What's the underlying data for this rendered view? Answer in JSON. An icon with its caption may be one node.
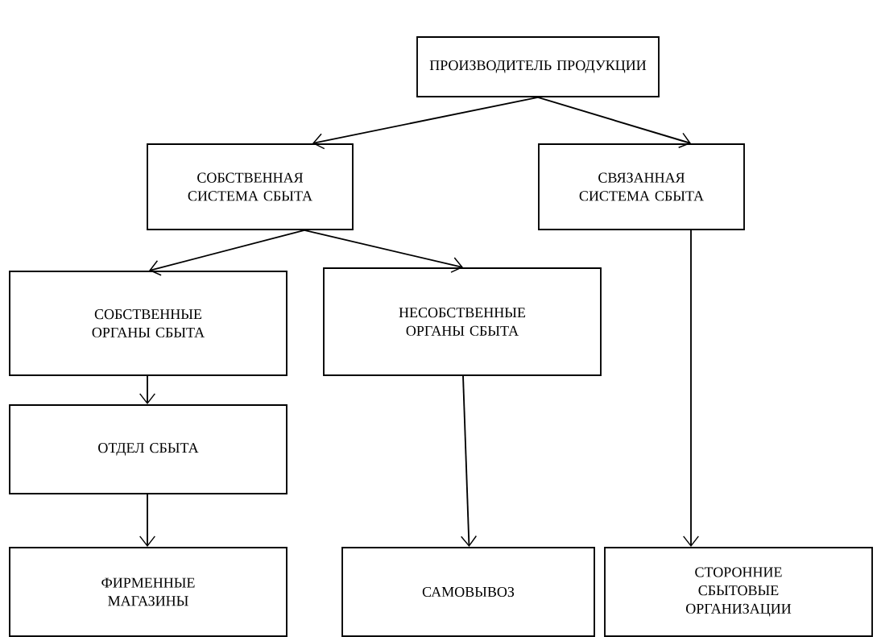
{
  "diagram": {
    "nodes": [
      {
        "text": [
          "ПРОИЗВОДИТЕЛЬ ПРОДУКЦИИ"
        ]
      },
      {
        "text": [
          "СОБСТВЕННАЯ СИСТЕМА СБЫТА"
        ]
      },
      {
        "text": [
          "СВЯЗАННАЯ СИСТЕМА СБЫТА"
        ]
      },
      {
        "text": [
          "СОБСТВЕННЫЕ ОРГАНЫ СБЫТА"
        ]
      },
      {
        "text": [
          "НЕСОБСТВЕННЫЕ ОРГАНЫ СБЫТА"
        ]
      },
      {
        "text": [
          "ОТДЕЛ СБЫТА"
        ]
      },
      {
        "text": [
          "ФИРМЕННЫЕ МАГАЗИНЫ"
        ]
      },
      {
        "text": [
          "САМОВЫВОЗ"
        ]
      },
      {
        "text": [
          "СТОРОННИЕ СБЫТОВЫЕ ОРГАНИЗАЦИИ"
        ]
      }
    ],
    "edges": [
      {
        "from": 0,
        "to": 1,
        "arrow": "to"
      },
      {
        "from": 0,
        "to": 2,
        "arrow": "to"
      },
      {
        "from": 1,
        "to": 3,
        "arrow": "to"
      },
      {
        "from": 1,
        "to": 4,
        "arrow": "to"
      },
      {
        "from": 3,
        "to": 5,
        "arrow": "to"
      },
      {
        "from": 5,
        "to": 6,
        "arrow": "to"
      },
      {
        "from": 4,
        "to": 7,
        "arrow": "to"
      },
      {
        "from": 2,
        "to": 8,
        "arrow": "to"
      }
    ]
  }
}
